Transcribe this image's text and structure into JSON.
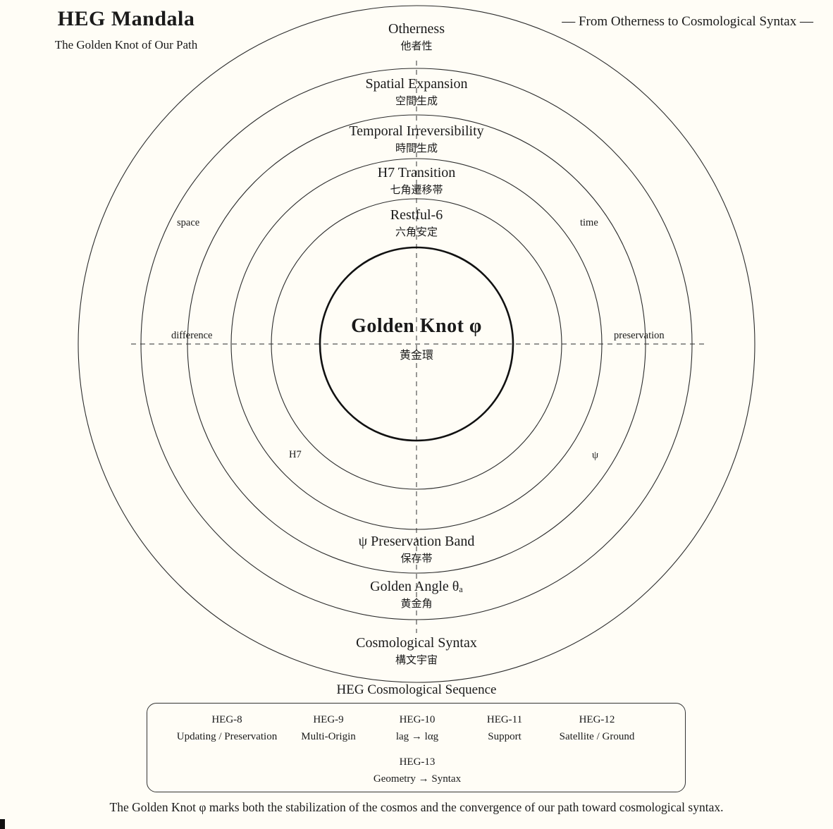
{
  "header": {
    "title": "HEG Mandala",
    "subtitle": "The Golden Knot of Our Path",
    "tagline": "— From Otherness to Cosmological Syntax —"
  },
  "rings": [
    {
      "label": "Otherness",
      "cjk": "他者性"
    },
    {
      "label": "Spatial Expansion",
      "cjk": "空間生成"
    },
    {
      "label": "Temporal Irreversibility",
      "cjk": "時間生成"
    },
    {
      "label": "H7 Transition",
      "cjk": "七角遷移帯"
    },
    {
      "label": "Restful-6",
      "cjk": "六角安定"
    }
  ],
  "center": {
    "label": "Golden Knot φ",
    "cjk": "黄金環"
  },
  "bottom_rings": [
    {
      "label": "ψ Preservation Band",
      "cjk": "保存帯"
    },
    {
      "label": "Golden Angle θₐ",
      "cjk": "黄金角"
    },
    {
      "label": "Cosmological Syntax",
      "cjk": "構文宇宙"
    }
  ],
  "axes": {
    "space": "space",
    "time": "time",
    "difference": "difference",
    "preservation": "preservation",
    "h7": "H7",
    "psi": "ψ"
  },
  "sequence": {
    "heading": "HEG Cosmological Sequence",
    "items": [
      {
        "id": "HEG-8",
        "desc": "Updating / Preservation"
      },
      {
        "id": "HEG-9",
        "desc": "Multi-Origin"
      },
      {
        "id": "HEG-10",
        "desc": "lag → lαg"
      },
      {
        "id": "HEG-11",
        "desc": "Support"
      },
      {
        "id": "HEG-12",
        "desc": "Satellite / Ground"
      },
      {
        "id": "HEG-13",
        "desc": "Geometry → Syntax"
      }
    ]
  },
  "caption": "The Golden Knot φ marks both the stabilization of the cosmos and the convergence of our path toward cosmological syntax.",
  "colors": {
    "ink": "#1a1a1a",
    "background": "#fffdf6"
  }
}
